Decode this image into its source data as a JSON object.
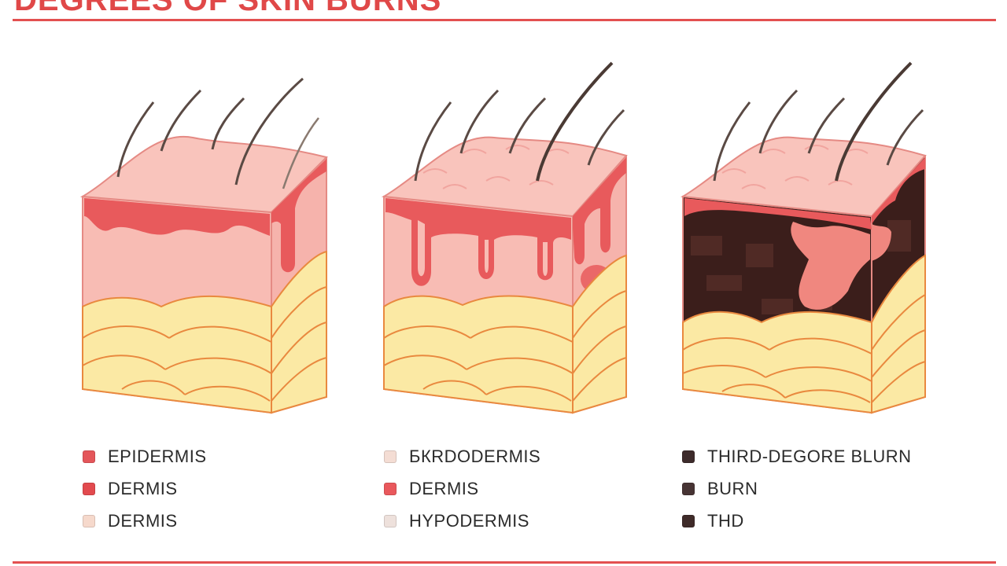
{
  "title": "DEGREES OF SKIN BURNS",
  "colors": {
    "accent": "#e35050",
    "epidermis": "#f7b4ae",
    "epidermis_top": "#f9c4bc",
    "blood_band": "#e85a5c",
    "fat_fill": "#fbe9a4",
    "fat_outline": "#e9893f",
    "char": "#3b1e1b",
    "hair": "#5a4a44"
  },
  "panels": [
    {
      "degree": "first",
      "legend": [
        {
          "label": "EPIDERMIS",
          "color": "#e4565a"
        },
        {
          "label": "DERMIS",
          "color": "#e24a4e"
        },
        {
          "label": "DERMIS",
          "color": "#f6d9cc"
        }
      ]
    },
    {
      "degree": "second",
      "legend": [
        {
          "label": "БКRDODERMIS",
          "color": "#f4ddd4"
        },
        {
          "label": "DERMIS",
          "color": "#e9585c"
        },
        {
          "label": "HYPODERMIS",
          "color": "#eee1dc"
        }
      ]
    },
    {
      "degree": "third",
      "legend": [
        {
          "label": "THIRD-DEGORE BLURN",
          "color": "#3d2b2b"
        },
        {
          "label": "BURN",
          "color": "#473434"
        },
        {
          "label": "THD",
          "color": "#3f2b29"
        }
      ]
    }
  ]
}
